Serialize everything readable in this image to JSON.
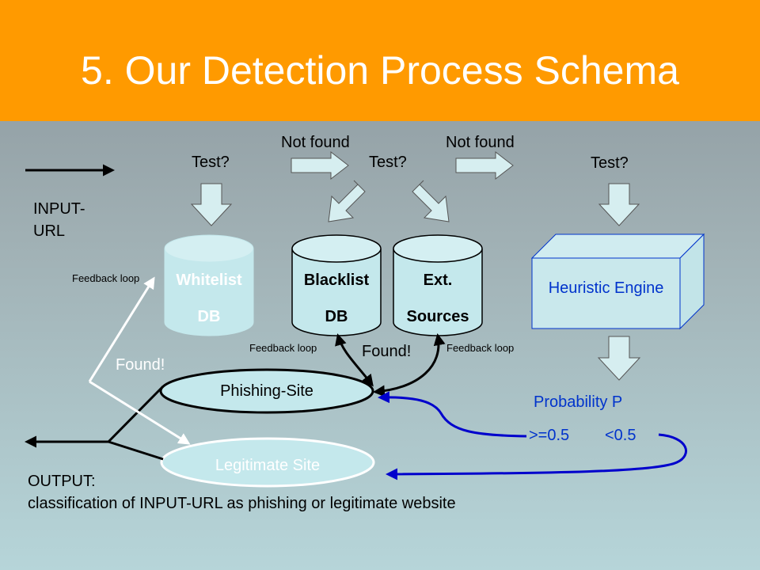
{
  "slide": {
    "title": "5. Our Detection Process Schema"
  },
  "labels": {
    "input_url": "INPUT-URL",
    "test_1": "Test?",
    "test_2": "Test?",
    "test_3": "Test?",
    "not_found_1": "Not found",
    "not_found_2": "Not found",
    "feedback_loop_left": "Feedback loop",
    "feedback_loop_mid": "Feedback loop",
    "feedback_loop_right": "Feedback loop",
    "found_left": "Found!",
    "found_mid": "Found!",
    "probability": "Probability P",
    "threshold_ge": ">=0.5",
    "threshold_lt": "<0.5",
    "output_head": "OUTPUT:",
    "output_desc": "classification of INPUT-URL as phishing or legitimate website"
  },
  "nodes": {
    "whitelist_line1": "Whitelist",
    "whitelist_line2": "DB",
    "blacklist_line1": "Blacklist",
    "blacklist_line2": "DB",
    "ext_line1": "Ext.",
    "ext_line2": "Sources",
    "heuristic": "Heuristic Engine",
    "phishing": "Phishing-Site",
    "legitimate": "Legitimate Site"
  },
  "colors": {
    "header": "#ff9a00",
    "cylinder_light": "#c4e8ec",
    "heuristic_text": "#0033cc",
    "feedback_curve": "#0000cc"
  }
}
